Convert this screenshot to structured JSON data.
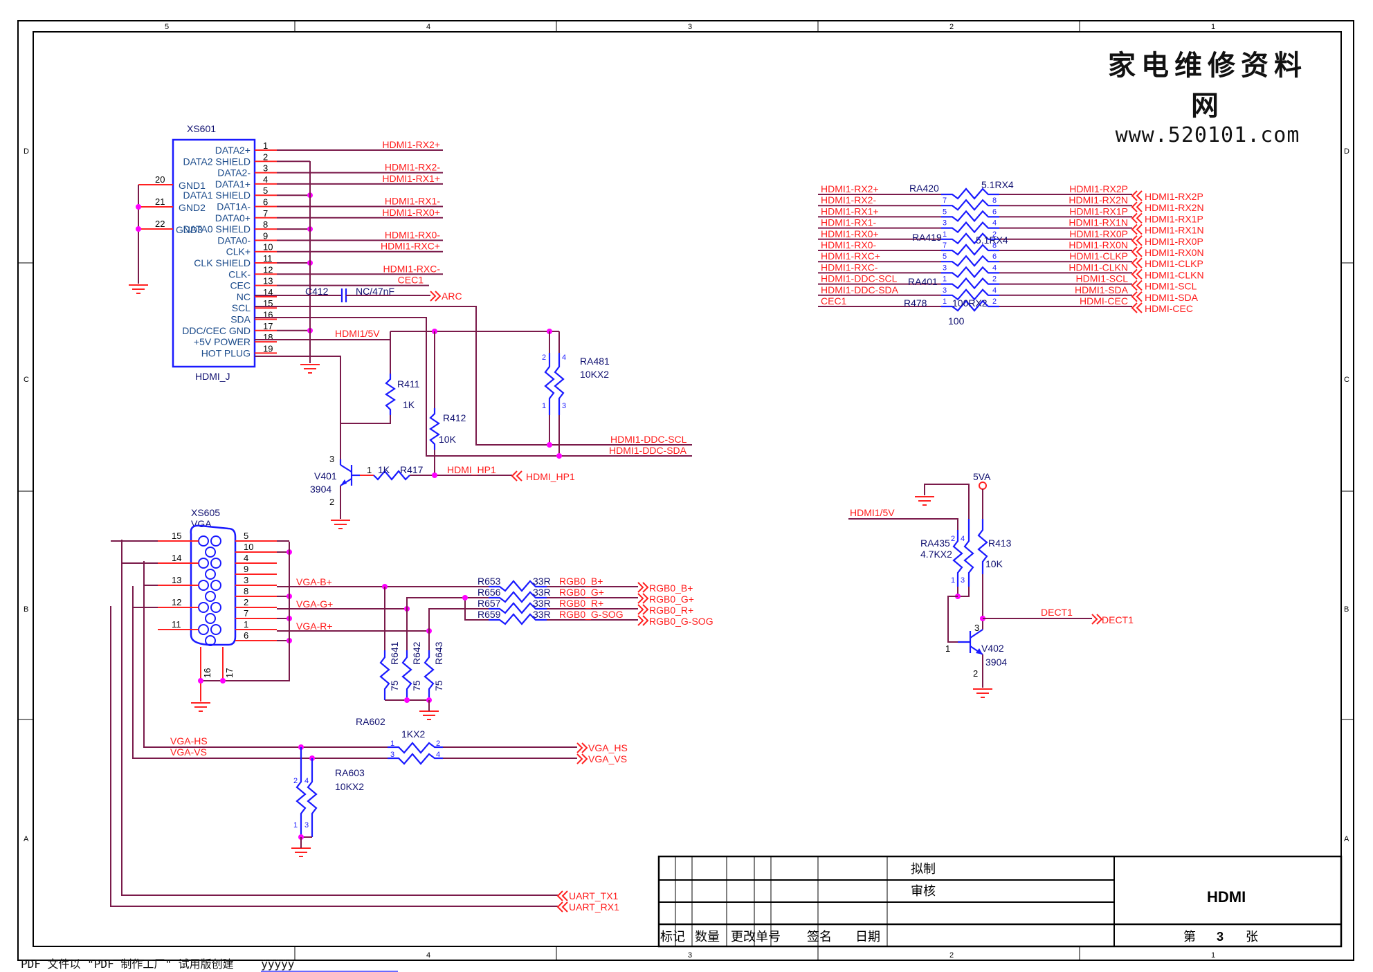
{
  "sheet": {
    "grid_columns": [
      "5",
      "4",
      "3",
      "2",
      "1"
    ],
    "grid_rows": [
      "D",
      "C",
      "B",
      "A"
    ],
    "watermark": {
      "chinese": "家电维修资料网",
      "url": "www.520101.com"
    },
    "footer": {
      "text": "PDF 文件以 \"PDF 制作工厂\" 试用版创建",
      "link": "ÿÿÿÿÿ"
    }
  },
  "hdmi_connector": {
    "ref": "XS601",
    "type": "HDMI_J",
    "pins": [
      {
        "num": "1",
        "name": "DATA2+",
        "net": "HDMI1-RX2+"
      },
      {
        "num": "2",
        "name": "DATA2 SHIELD",
        "net": ""
      },
      {
        "num": "3",
        "name": "DATA2-",
        "net": "HDMI1-RX2-"
      },
      {
        "num": "4",
        "name": "DATA1+",
        "net": "HDMI1-RX1+"
      },
      {
        "num": "5",
        "name": "DATA1 SHIELD",
        "net": ""
      },
      {
        "num": "6",
        "name": "DAT1A-",
        "net": "HDMI1-RX1-"
      },
      {
        "num": "7",
        "name": "DATA0+",
        "net": "HDMI1-RX0+"
      },
      {
        "num": "8",
        "name": "DATA0 SHIELD",
        "net": ""
      },
      {
        "num": "9",
        "name": "DATA0-",
        "net": "HDMI1-RX0-"
      },
      {
        "num": "10",
        "name": "CLK+",
        "net": "HDMI1-RXC+"
      },
      {
        "num": "11",
        "name": "CLK SHIELD",
        "net": ""
      },
      {
        "num": "12",
        "name": "CLK-",
        "net": "HDMI1-RXC-"
      },
      {
        "num": "13",
        "name": "CEC",
        "net": "CEC1"
      },
      {
        "num": "14",
        "name": "NC",
        "net": ""
      },
      {
        "num": "15",
        "name": "SCL",
        "net": ""
      },
      {
        "num": "16",
        "name": "SDA",
        "net": ""
      },
      {
        "num": "17",
        "name": "DDC/CEC GND",
        "net": ""
      },
      {
        "num": "18",
        "name": "+5V POWER",
        "net": "HDMI1/5V"
      },
      {
        "num": "19",
        "name": "HOT PLUG",
        "net": ""
      }
    ],
    "left_pins": [
      {
        "num": "20",
        "name": "GND1"
      },
      {
        "num": "21",
        "name": "GND2"
      },
      {
        "num": "22",
        "name": "GND3"
      }
    ]
  },
  "arc_cap": {
    "ref": "C412",
    "value": "NC/47nF",
    "net": "ARC"
  },
  "hotplug": {
    "r411": {
      "ref": "R411",
      "value": "1K"
    },
    "r412": {
      "ref": "R412",
      "value": "10K"
    },
    "ra481": {
      "ref": "RA481",
      "value": "10KX2",
      "pins": [
        "2",
        "4",
        "1",
        "3"
      ]
    },
    "r417": {
      "ref": "R417",
      "value": "1K",
      "pin": "1"
    },
    "v401": {
      "ref": "V401",
      "part": "3904",
      "pins": [
        "3",
        "2"
      ]
    },
    "net_hp": "HDMI_HP1",
    "net_scl": "HDMI1-DDC-SCL",
    "net_sda": "HDMI1-DDC-SDA"
  },
  "series_resistors": {
    "ra420": {
      "ref": "RA420",
      "value": "5.1RX4"
    },
    "ra419": {
      "ref": "RA419",
      "value": "5.1RX4"
    },
    "ra401": {
      "ref": "RA401",
      "value": ""
    },
    "r478": {
      "ref": "R478",
      "value": "100",
      "extra": "100RX2"
    },
    "rows": [
      {
        "in": "HDMI1-RX2+",
        "mid": "HDMI1-RX2P",
        "out": "HDMI1-RX2P",
        "pl": "",
        "pr": ""
      },
      {
        "in": "HDMI1-RX2-",
        "mid": "HDMI1-RX2N",
        "out": "HDMI1-RX2N",
        "pl": "7",
        "pr": "8"
      },
      {
        "in": "HDMI1-RX1+",
        "mid": "HDMI1-RX1P",
        "out": "HDMI1-RX1P",
        "pl": "5",
        "pr": "6"
      },
      {
        "in": "HDMI1-RX1-",
        "mid": "HDMI1-RX1N",
        "out": "HDMI1-RX1N",
        "pl": "3",
        "pr": "4"
      },
      {
        "in": "HDMI1-RX0+",
        "mid": "HDMI1-RX0P",
        "out": "HDMI1-RX0P",
        "pl": "1",
        "pr": "2"
      },
      {
        "in": "HDMI1-RX0-",
        "mid": "HDMI1-RX0N",
        "out": "HDMI1-RX0N",
        "pl": "7",
        "pr": "8"
      },
      {
        "in": "HDMI1-RXC+",
        "mid": "HDMI1-CLKP",
        "out": "HDMI1-CLKP",
        "pl": "5",
        "pr": "6"
      },
      {
        "in": "HDMI1-RXC-",
        "mid": "HDMI1-CLKN",
        "out": "HDMI1-CLKN",
        "pl": "3",
        "pr": "4"
      },
      {
        "in": "HDMI1-DDC-SCL",
        "mid": "HDMI1-SCL",
        "out": "HDMI1-SCL",
        "pl": "1",
        "pr": "2"
      },
      {
        "in": "HDMI1-DDC-SDA",
        "mid": "HDMI1-SDA",
        "out": "HDMI1-SDA",
        "pl": "3",
        "pr": "4"
      },
      {
        "in": "CEC1",
        "mid": "HDMI-CEC",
        "out": "HDMI-CEC",
        "pl": "1",
        "pr": "2"
      }
    ]
  },
  "detect": {
    "supply": "5VA",
    "net_in": "HDMI1/5V",
    "ra435": {
      "ref": "RA435",
      "value": "4.7KX2",
      "pins": [
        "2",
        "4",
        "1",
        "3"
      ]
    },
    "r413": {
      "ref": "R413",
      "value": "10K"
    },
    "v402": {
      "ref": "V402",
      "part": "3904",
      "pins": [
        "3",
        "1",
        "2"
      ]
    },
    "net_out": "DECT1"
  },
  "vga_connector": {
    "ref": "XS605",
    "type": "VGA",
    "left_pins": [
      "15",
      "14",
      "13",
      "12",
      "11"
    ],
    "right_pins": [
      "5",
      "10",
      "4",
      "9",
      "3",
      "8",
      "2",
      "7",
      "1",
      "6"
    ],
    "bottom_pins": [
      "16",
      "17"
    ],
    "nets": {
      "b": "VGA-B+",
      "g": "VGA-G+",
      "r": "VGA-R+",
      "hs": "VGA-HS",
      "vs": "VGA-VS"
    }
  },
  "vga_terminations": [
    {
      "ref": "R641",
      "value": "75"
    },
    {
      "ref": "R642",
      "value": "75"
    },
    {
      "ref": "R643",
      "value": "75"
    }
  ],
  "rgb_series": [
    {
      "ref": "R653",
      "value": "33R",
      "net": "RGB0_B+"
    },
    {
      "ref": "R656",
      "value": "33R",
      "net": "RGB0_G+"
    },
    {
      "ref": "R657",
      "value": "33R",
      "net": "RGB0_R+"
    },
    {
      "ref": "R659",
      "value": "33R",
      "net": "RGB0_G-SOG"
    }
  ],
  "sync": {
    "ra602": {
      "ref": "RA602",
      "value": "1KX2",
      "pins": [
        "1",
        "2",
        "3",
        "4"
      ]
    },
    "ra603": {
      "ref": "RA603",
      "value": "10KX2",
      "pins": [
        "2",
        "4",
        "1",
        "3"
      ]
    },
    "out_hs": "VGA_HS",
    "out_vs": "VGA_VS",
    "uart_tx": "UART_TX1",
    "uart_rx": "UART_RX1"
  },
  "title_block": {
    "draw_label": "拟制",
    "review_label": "审核",
    "title": "HDMI",
    "headers": [
      "标记",
      "数量",
      "更改单号",
      "签名",
      "日期"
    ],
    "sheet_prefix": "第",
    "sheet_number": "3",
    "sheet_suffix": "张"
  }
}
